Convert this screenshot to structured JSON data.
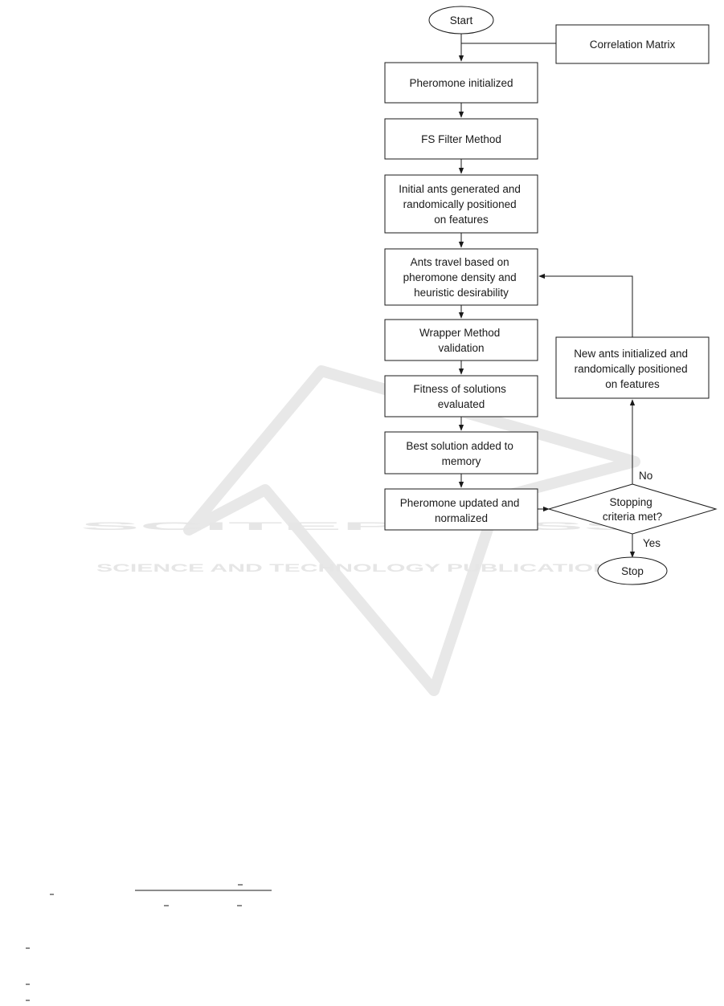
{
  "flowchart": {
    "start": "Start",
    "correlation_matrix": "Correlation Matrix",
    "pheromone_init": [
      "Pheromone initialized"
    ],
    "fs_filter": [
      "FS Filter Method"
    ],
    "initial_ants": [
      "Initial ants generated and",
      "randomically positioned",
      "on features"
    ],
    "ants_travel": [
      "Ants travel based on",
      "pheromone density and",
      "heuristic desirability"
    ],
    "wrapper": [
      "Wrapper Method",
      "validation"
    ],
    "fitness": [
      "Fitness of solutions",
      "evaluated"
    ],
    "best_solution": [
      "Best solution added to",
      "memory"
    ],
    "pheromone_update": [
      "Pheromone updated and",
      "normalized"
    ],
    "stopping": [
      "Stopping",
      "criteria met?"
    ],
    "new_ants": [
      "New ants initialized and",
      "randomically positioned",
      "on features"
    ],
    "stop": "Stop",
    "label_no": "No",
    "label_yes": "Yes"
  },
  "watermark": {
    "main": "SCITEPRESS",
    "sub": "SCIENCE AND TECHNOLOGY PUBLICATIONS",
    "color": "#e6e6e6"
  }
}
